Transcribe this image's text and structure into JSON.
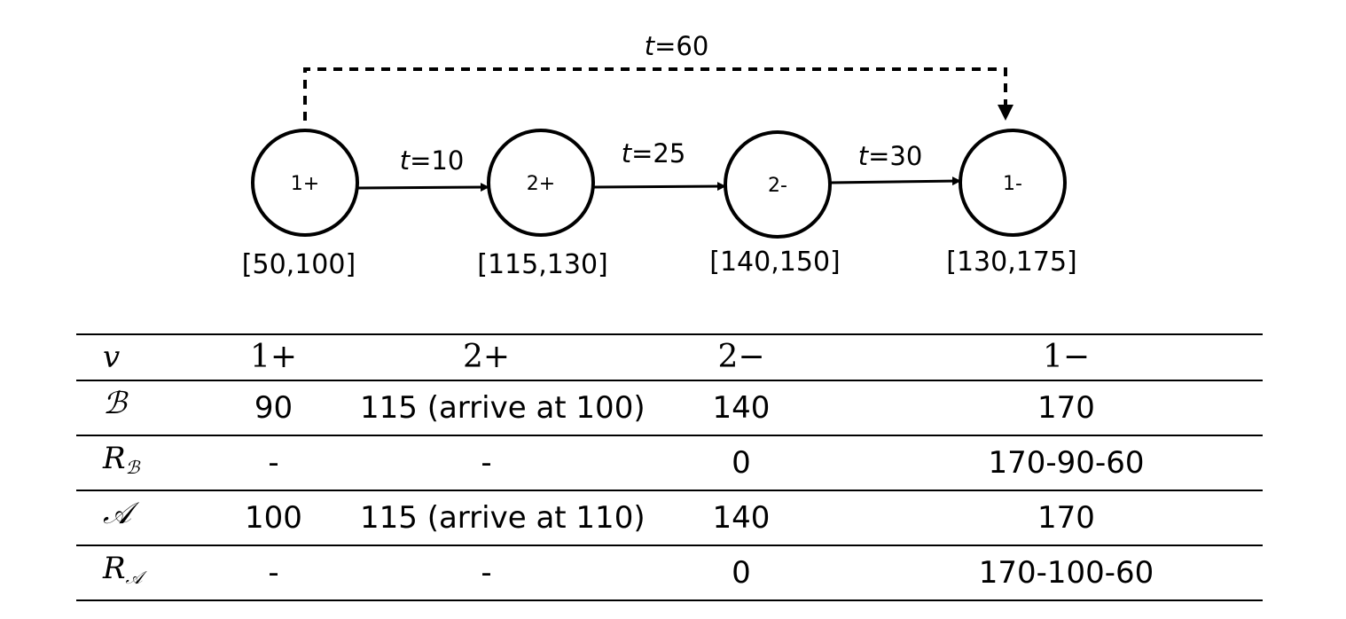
{
  "nodes": [
    {
      "id": "1+",
      "window": "[50,100]"
    },
    {
      "id": "2+",
      "window": "[115,130]"
    },
    {
      "id": "2-",
      "window": "[140,150]"
    },
    {
      "id": "1-",
      "window": "[130,175]"
    }
  ],
  "edges": [
    {
      "from": "1+",
      "to": "2+",
      "var": "t",
      "value": "=10",
      "style": "solid"
    },
    {
      "from": "2+",
      "to": "2-",
      "var": "t",
      "value": "=25",
      "style": "solid"
    },
    {
      "from": "2-",
      "to": "1-",
      "var": "t",
      "value": "=30",
      "style": "solid"
    },
    {
      "from": "1+",
      "to": "1-",
      "var": "t",
      "value": "=60",
      "style": "dashed"
    }
  ],
  "table": {
    "corner": "v",
    "columns": [
      "1+",
      "2+",
      "2−",
      "1−"
    ],
    "rows": [
      {
        "label": "ℬ",
        "sub": "",
        "cells": [
          "90",
          "115 (arrive at 100)",
          "140",
          "170"
        ]
      },
      {
        "label": "R",
        "sub": "ℬ",
        "cells": [
          "-",
          "-",
          "0",
          "170-90-60"
        ]
      },
      {
        "label": "𝒜",
        "sub": "",
        "cells": [
          "100",
          "115 (arrive at 110)",
          "140",
          "170"
        ]
      },
      {
        "label": "R",
        "sub": "𝒜",
        "cells": [
          "-",
          "-",
          "0",
          "170-100-60"
        ]
      }
    ]
  }
}
